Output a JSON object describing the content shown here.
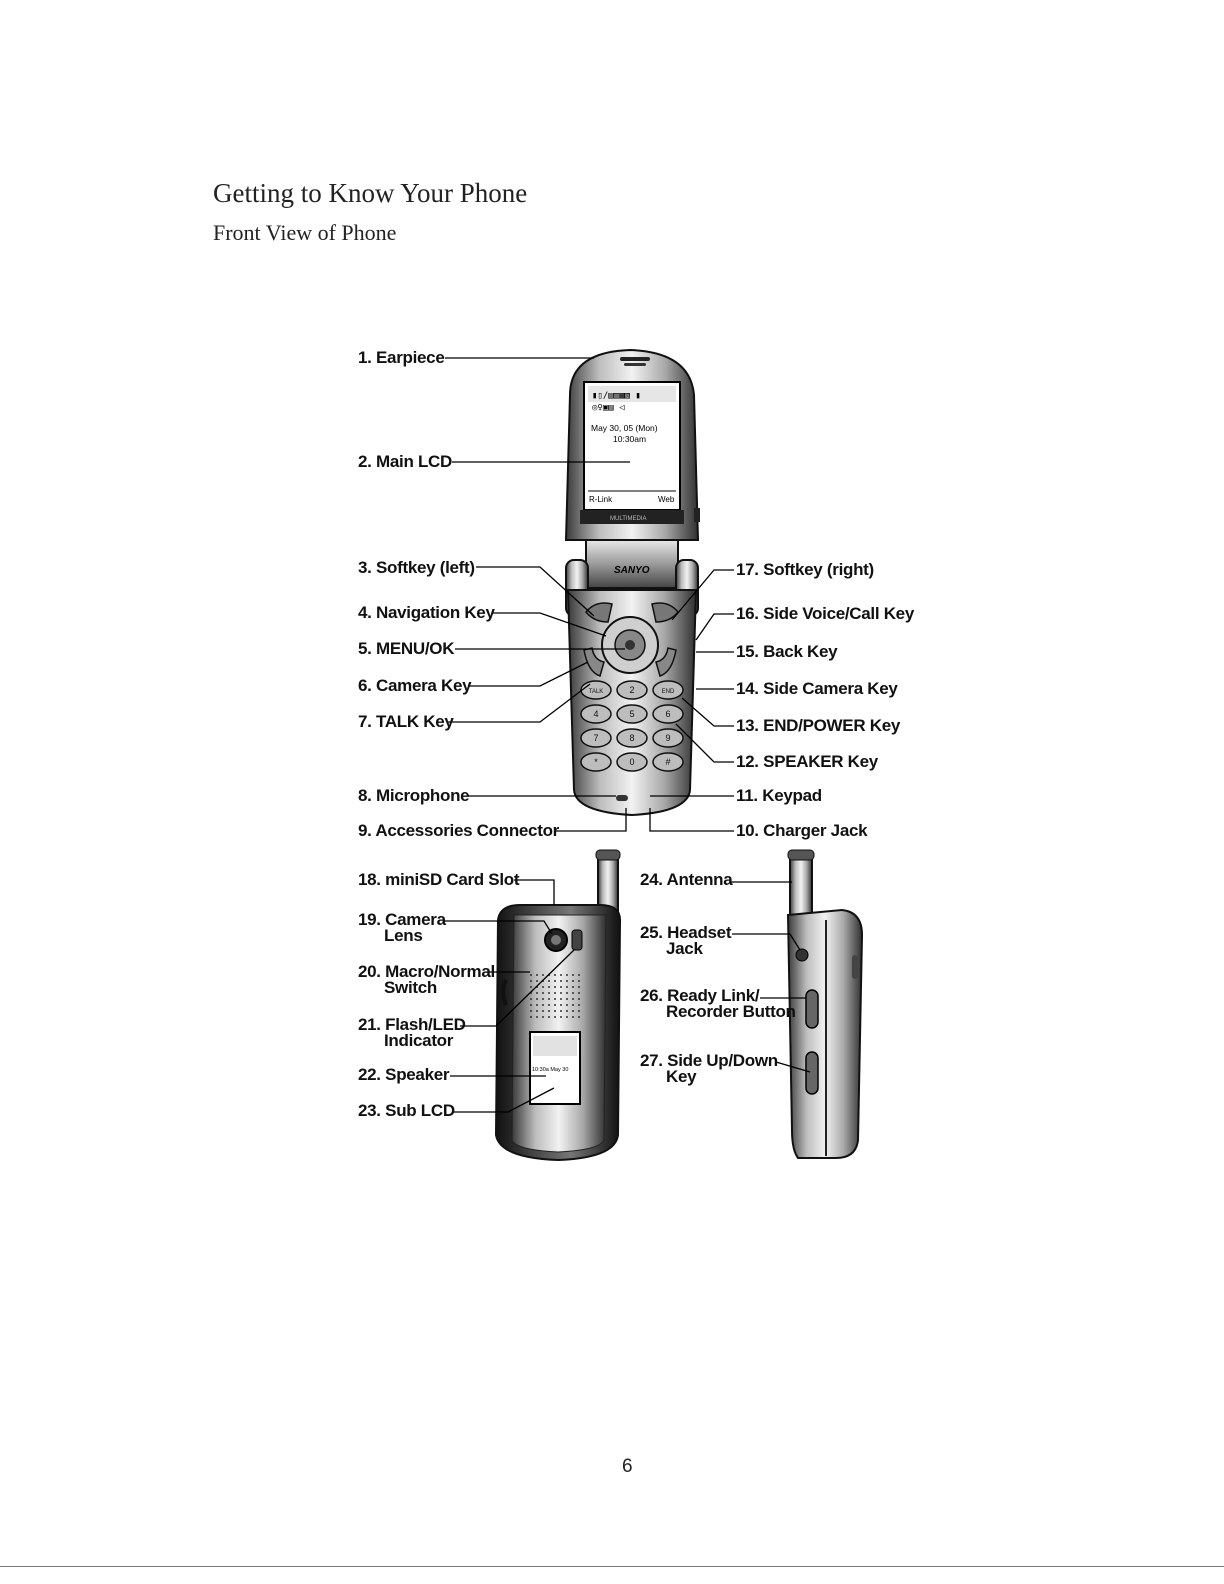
{
  "page": {
    "title": "Getting to Know Your Phone",
    "subtitle": "Front View of Phone",
    "page_number": "6"
  },
  "phone_screen": {
    "date": "May 30, 05 (Mon)",
    "time": "10:30am",
    "left_softkey": "R-Link",
    "right_softkey": "Web",
    "brand": "SANYO",
    "band": "MULTIMEDIA"
  },
  "sub_lcd": {
    "time_date": "10:30a May 30"
  },
  "keypad_keys": [
    "TALK",
    "2",
    "END",
    "4",
    "5",
    "6",
    "7",
    "8",
    "9",
    "*",
    "0",
    "#"
  ],
  "callouts": {
    "c1": "1. Earpiece",
    "c2": "2. Main LCD",
    "c3": "3. Softkey (left)",
    "c4": "4. Navigation Key",
    "c5": "5. MENU/OK",
    "c6": "6. Camera Key",
    "c7": "7. TALK Key",
    "c8": "8. Microphone",
    "c9": "9. Accessories Connector",
    "c10": "10. Charger Jack",
    "c11": "11. Keypad",
    "c12": "12. SPEAKER Key",
    "c13": "13. END/POWER Key",
    "c14": "14. Side Camera Key",
    "c15": "15. Back Key",
    "c16": "16. Side Voice/Call Key",
    "c17": "17. Softkey (right)",
    "c18": "18. miniSD Card Slot",
    "c19a": "19. Camera",
    "c19b": "Lens",
    "c20a": "20. Macro/Normal",
    "c20b": "Switch",
    "c21a": "21. Flash/LED",
    "c21b": "Indicator",
    "c22": "22. Speaker",
    "c23": "23. Sub LCD",
    "c24": "24. Antenna",
    "c25a": "25. Headset",
    "c25b": "Jack",
    "c26a": "26. Ready Link/",
    "c26b": "Recorder Button",
    "c27a": "27. Side Up/Down",
    "c27b": "Key"
  }
}
